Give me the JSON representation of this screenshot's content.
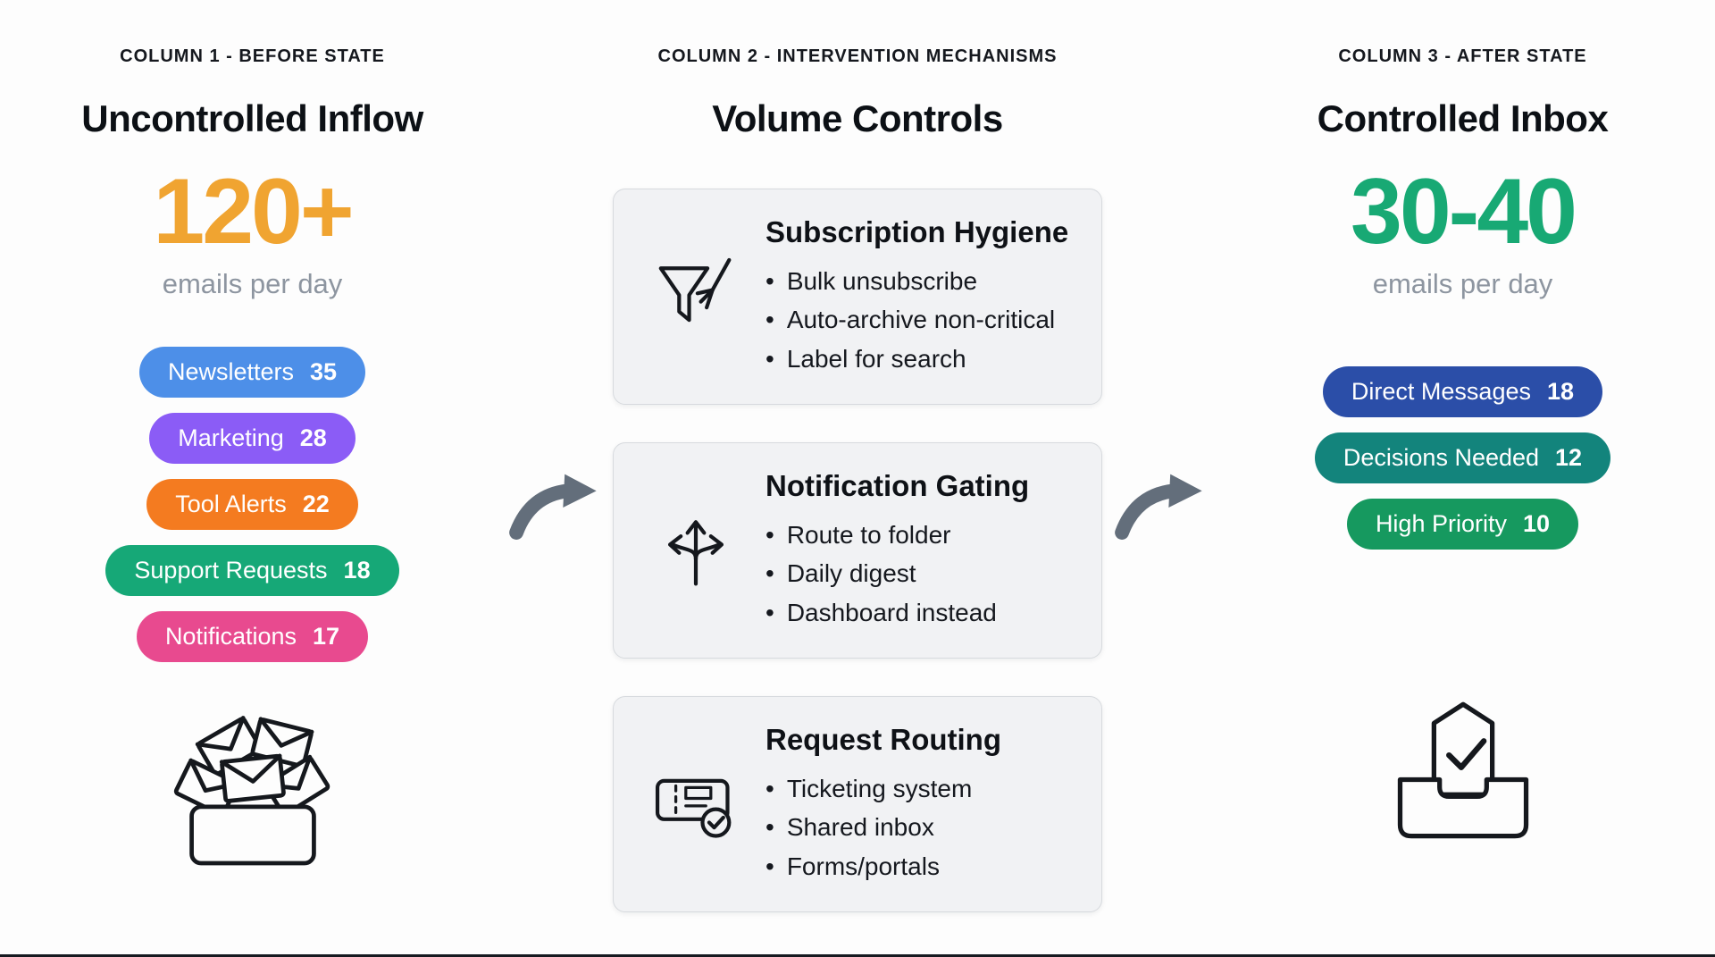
{
  "columns": {
    "before": {
      "header": "COLUMN 1 - BEFORE STATE",
      "title": "Uncontrolled Inflow",
      "metric": "120+",
      "subtitle": "emails per day",
      "icon": "overflowing-inbox-icon",
      "pills": [
        {
          "label": "Newsletters",
          "count": "35",
          "color": "#4D8FE8"
        },
        {
          "label": "Marketing",
          "count": "28",
          "color": "#8B5CF6"
        },
        {
          "label": "Tool Alerts",
          "count": "22",
          "color": "#F47B20"
        },
        {
          "label": "Support Requests",
          "count": "18",
          "color": "#16A877"
        },
        {
          "label": "Notifications",
          "count": "17",
          "color": "#E84A8F"
        }
      ]
    },
    "intervention": {
      "header": "COLUMN 2 - INTERVENTION MECHANISMS",
      "title": "Volume Controls",
      "cards": [
        {
          "title": "Subscription Hygiene",
          "icon": "funnel-broom-icon",
          "bullets": [
            "Bulk unsubscribe",
            "Auto-archive non-critical",
            "Label for search"
          ]
        },
        {
          "title": "Notification Gating",
          "icon": "branching-arrows-icon",
          "bullets": [
            "Route to folder",
            "Daily digest",
            "Dashboard instead"
          ]
        },
        {
          "title": "Request Routing",
          "icon": "ticket-check-icon",
          "bullets": [
            "Ticketing system",
            "Shared inbox",
            "Forms/portals"
          ]
        }
      ]
    },
    "after": {
      "header": "COLUMN 3 - AFTER STATE",
      "title": "Controlled Inbox",
      "metric": "30-40",
      "subtitle": "emails per day",
      "icon": "inbox-check-icon",
      "pills": [
        {
          "label": "Direct Messages",
          "count": "18",
          "color": "#2B4EA8"
        },
        {
          "label": "Decisions Needed",
          "count": "12",
          "color": "#13847C"
        },
        {
          "label": "High Priority",
          "count": "10",
          "color": "#16995F"
        }
      ]
    }
  },
  "colors": {
    "metric_before": "#F0A431",
    "metric_after": "#18A974",
    "arrow": "#636E7B"
  }
}
